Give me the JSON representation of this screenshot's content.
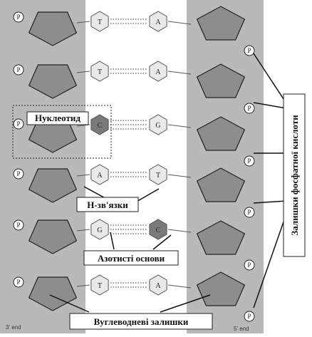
{
  "labels": {
    "nucleotide": "Нуклеотид",
    "h_bonds": "Н-зв'язки",
    "nitrogen_bases": "Азотисті основи",
    "sugar_residues": "Вуглеводневі залишки",
    "phosphate_residues": "Залишки фосфатної кислоти"
  },
  "ends": {
    "left": "3' end",
    "right": "5' end"
  },
  "phosphate_letter": "P",
  "base_pairs": [
    {
      "left": "T",
      "right": "A"
    },
    {
      "left": "T",
      "right": "A"
    },
    {
      "left": "C",
      "right": "G"
    },
    {
      "left": "A",
      "right": "T"
    },
    {
      "left": "G",
      "right": "C"
    },
    {
      "left": "T",
      "right": "A"
    }
  ],
  "colors": {
    "backbone_strip": "#b9b9b9",
    "sugar_fill": "#8d8d8d",
    "base_light": "#e9e9e9",
    "base_dark": "#7a7a7a",
    "outline": "#222222"
  }
}
